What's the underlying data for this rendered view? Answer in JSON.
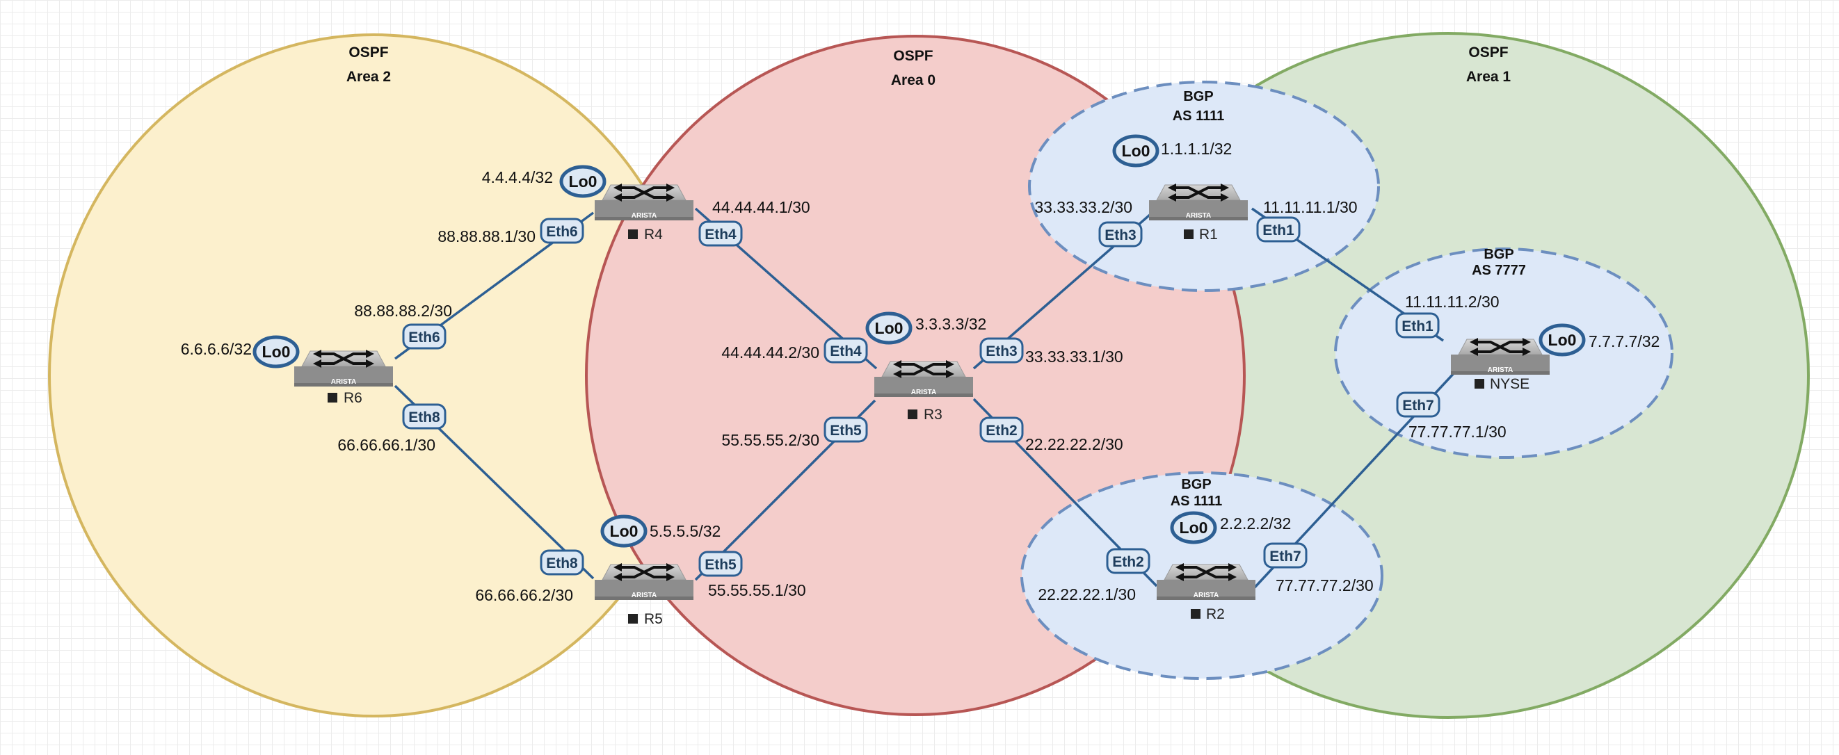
{
  "zones": {
    "area2": {
      "line1": "OSPF",
      "line2": "Area 2",
      "fill": "#fcf0cd",
      "stroke": "#d4b65f"
    },
    "area0": {
      "line1": "OSPF",
      "line2": "Area 0",
      "fill": "#f4cdcb",
      "stroke": "#b75654"
    },
    "area1": {
      "line1": "OSPF",
      "line2": "Area 1",
      "fill": "#d8e6d2",
      "stroke": "#82aa63"
    },
    "bgp_r1": {
      "line1": "BGP",
      "line2": "AS 1111",
      "fill": "#dde8f8",
      "stroke": "#6c8ebf"
    },
    "bgp_nyse": {
      "line1": "BGP",
      "line2": "AS 7777",
      "fill": "#dde8f8",
      "stroke": "#6c8ebf"
    },
    "bgp_r2": {
      "line1": "BGP",
      "line2": "AS 1111",
      "fill": "#dde8f8",
      "stroke": "#6c8ebf"
    }
  },
  "routers": {
    "r4": {
      "name": "R4",
      "brand": "ARISTA",
      "loopback": "4.4.4.4/32"
    },
    "r6": {
      "name": "R6",
      "brand": "ARISTA",
      "loopback": "6.6.6.6/32"
    },
    "r5": {
      "name": "R5",
      "brand": "ARISTA",
      "loopback": "5.5.5.5/32"
    },
    "r3": {
      "name": "R3",
      "brand": "ARISTA",
      "loopback": "3.3.3.3/32"
    },
    "r1": {
      "name": "R1",
      "brand": "ARISTA",
      "loopback": "1.1.1.1/32"
    },
    "r2": {
      "name": "R2",
      "brand": "ARISTA",
      "loopback": "2.2.2.2/32"
    },
    "nyse": {
      "name": "NYSE",
      "brand": "ARISTA",
      "loopback": "7.7.7.7/32"
    }
  },
  "loopback_label": "Lo0",
  "ports": {
    "r4_eth6": "Eth6",
    "r4_eth4": "Eth4",
    "r6_eth6": "Eth6",
    "r6_eth8": "Eth8",
    "r5_eth8": "Eth8",
    "r5_eth5": "Eth5",
    "r3_eth4": "Eth4",
    "r3_eth5": "Eth5",
    "r3_eth3": "Eth3",
    "r3_eth2": "Eth2",
    "r1_eth3": "Eth3",
    "r1_eth1": "Eth1",
    "r2_eth2": "Eth2",
    "r2_eth7": "Eth7",
    "nyse_eth1": "Eth1",
    "nyse_eth7": "Eth7"
  },
  "addresses": {
    "r4_eth6": "88.88.88.1/30",
    "r6_eth6": "88.88.88.2/30",
    "r6_eth8": "66.66.66.1/30",
    "r5_eth8": "66.66.66.2/30",
    "r4_eth4": "44.44.44.1/30",
    "r3_eth4": "44.44.44.2/30",
    "r3_eth5": "55.55.55.2/30",
    "r5_eth5": "55.55.55.1/30",
    "r3_eth3": "33.33.33.1/30",
    "r1_eth3": "33.33.33.2/30",
    "r3_eth2": "22.22.22.2/30",
    "r2_eth2": "22.22.22.1/30",
    "r1_eth1": "11.11.11.1/30",
    "nyse_eth1": "11.11.11.2/30",
    "nyse_eth7": "77.77.77.1/30",
    "r2_eth7": "77.77.77.2/30"
  },
  "colors": {
    "link": "#2d5f93",
    "port_fill": "#dde8f4",
    "port_stroke": "#2d5f93",
    "router_top": "#b9b9b9",
    "router_base": "#8a8a8a"
  }
}
